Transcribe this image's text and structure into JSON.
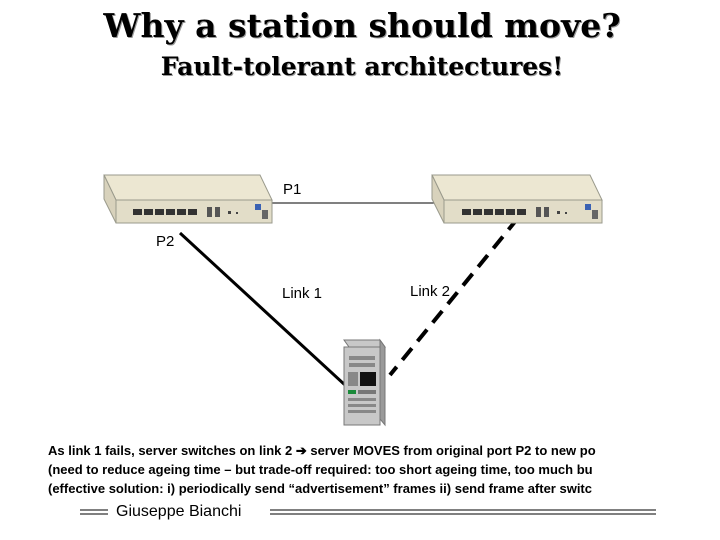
{
  "slide": {
    "title": "Why a station should move?",
    "subtitle": "Fault-tolerant architectures!"
  },
  "diagram": {
    "port_p1": "P1",
    "port_p2": "P2",
    "link1": "Link 1",
    "link2": "Link 2"
  },
  "caption_lines": [
    "As link 1 fails, server switches on link 2 ➔ server MOVES from original port P2 to new po",
    "(need to reduce ageing time – but trade-off required: too short ageing time, too much bu",
    "(effective solution: i) periodically send “advertisement” frames ii) send frame after switc"
  ],
  "footer": {
    "author": "Giuseppe Bianchi"
  }
}
